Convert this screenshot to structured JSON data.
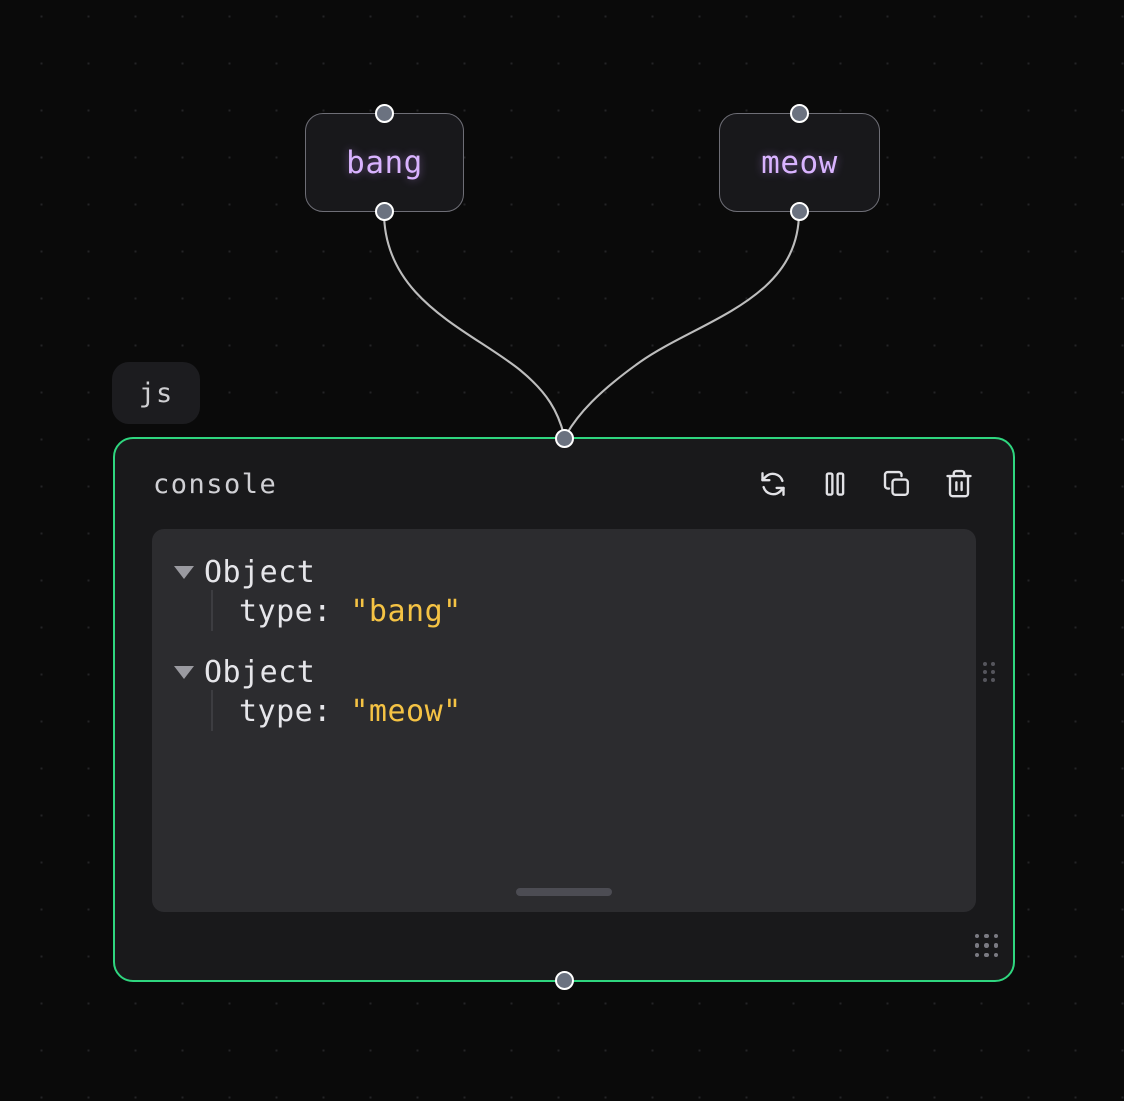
{
  "canvas": {
    "background_color": "#0a0a0a",
    "dot_grid_color": "#242426"
  },
  "nodes": [
    {
      "id": "bang",
      "label": "bang",
      "type": "event-node",
      "text_color": "#d9b3ff",
      "border_color": "#6e6e76"
    },
    {
      "id": "meow",
      "label": "meow",
      "type": "event-node",
      "text_color": "#d9b3ff",
      "border_color": "#6e6e76"
    }
  ],
  "badge": {
    "label": "js",
    "name": "js-language-badge"
  },
  "console_node": {
    "title": "console",
    "selected": true,
    "selection_color": "#2fd67f",
    "actions": [
      {
        "name": "refresh-icon",
        "label": "refresh"
      },
      {
        "name": "pause-icon",
        "label": "pause"
      },
      {
        "name": "copy-icon",
        "label": "copy"
      },
      {
        "name": "trash-icon",
        "label": "clear"
      }
    ],
    "logs": [
      {
        "expanded": true,
        "header": "Object",
        "props": [
          {
            "key": "type:",
            "value": "\"bang\"",
            "value_color": "#f5c344"
          }
        ]
      },
      {
        "expanded": true,
        "header": "Object",
        "props": [
          {
            "key": "type:",
            "value": "\"meow\"",
            "value_color": "#f5c344"
          }
        ]
      }
    ]
  }
}
